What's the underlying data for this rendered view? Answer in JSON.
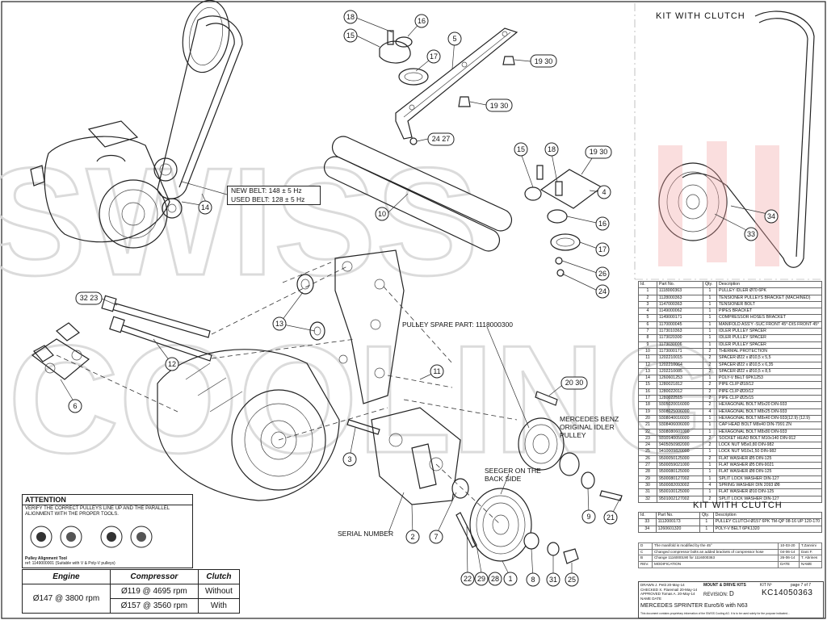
{
  "title_kit_with_clutch": "KIT WITH CLUTCH",
  "belt_info": {
    "new_belt": "NEW BELT:  148 ± 5 Hz",
    "used_belt": "USED BELT:  128 ± 5 Hz"
  },
  "labels": {
    "pulley_spare_part": "PULLEY SPARE PART: 1118000300",
    "mercedes_idler": "MERCEDES BENZ ORIGINAL IDLER PULLEY",
    "seeger": "SEEGER ON THE BACK SIDE",
    "serial_number": "SERIAL NUMBER"
  },
  "callouts": {
    "c18a": "18",
    "c16a": "16",
    "c15a": "15",
    "c17a": "17",
    "c5": "5",
    "c1930a": "19 30",
    "c1930b": "19 30",
    "c2427": "24 27",
    "c10": "10",
    "c15b": "15",
    "c18b": "18",
    "c1930c": "19 30",
    "c4": "4",
    "c16b": "16",
    "c17b": "17",
    "c26": "26",
    "c24": "24",
    "c14": "14",
    "c13": "13",
    "c11": "11",
    "c12": "12",
    "c3223": "32 23",
    "c6": "6",
    "c2030": "20 30",
    "c3": "3",
    "c2": "2",
    "c7": "7",
    "c9": "9",
    "c21": "21",
    "c22": "22",
    "c29": "29",
    "c28": "28",
    "c1": "1",
    "c8": "8",
    "c31": "31",
    "c25": "25",
    "c34": "34",
    "c33": "33"
  },
  "bom": {
    "headers": [
      "Id.",
      "Part No.",
      "Qty.",
      "Description"
    ],
    "rows": [
      [
        "1",
        "1118000363",
        "1",
        "PULLEY IDLER Ø70 6PK"
      ],
      [
        "2",
        "1128000363",
        "1",
        "TENSIONER PULLEYS BRACKET (MACHINED)"
      ],
      [
        "3",
        "1147000363",
        "1",
        "TENSIONER BOLT"
      ],
      [
        "4",
        "1149000062",
        "1",
        "PIPES BRACKET"
      ],
      [
        "5",
        "1149000171",
        "1",
        "COMPRESSOR HOSES BRACKET"
      ],
      [
        "6",
        "1170000045",
        "1",
        "MANIFOLD ASS'Y -SUC FRONT 45°-DIS FRONT 45°"
      ],
      [
        "7",
        "1173010363",
        "1",
        "IDLER PULLEY SPACER"
      ],
      [
        "8",
        "1173020300",
        "1",
        "IDLER PULLEY SPACER"
      ],
      [
        "9",
        "1173030006",
        "1",
        "IDLER PULLEY SPACER"
      ],
      [
        "10",
        "1173000171",
        "2",
        "THERMAL PROTECTION"
      ],
      [
        "11",
        "1202210015",
        "2",
        "SPACER Ø22 x Ø10,5 x 5,5"
      ],
      [
        "12",
        "1202210064",
        "2",
        "SPACER Ø22 x Ø10,5 x 6,35"
      ],
      [
        "13",
        "1202210085",
        "2",
        "SPACER Ø22 x Ø10,5 x 8,5"
      ],
      [
        "14",
        "1260601253",
        "1",
        "POLY-V BELT 6PK1253"
      ],
      [
        "15",
        "1280021812",
        "2",
        "PIPE CLIP Ø18/12"
      ],
      [
        "16",
        "1280022012",
        "2",
        "PIPE CLIP Ø20/12"
      ],
      [
        "17",
        "1280022515",
        "2",
        "PIPE CLIP Ø25/15"
      ],
      [
        "18",
        "9305020016000",
        "2",
        "HEXAGONAL BOLT M5x20 DIN-933"
      ],
      [
        "19",
        "9308025006000",
        "4",
        "HEXAGONAL BOLT M8x25 DIN-933"
      ],
      [
        "20",
        "9308040016020",
        "1",
        "HEXAGONAL BOLT M8x40 DIN-933(12.9)   (12.9)"
      ],
      [
        "21",
        "9308406006000",
        "1",
        "CAP HEAD BOLT M8x40 DIN-7991 ZN"
      ],
      [
        "22",
        "9308080601000",
        "1",
        "HEXAGONAL BOLT M8x80 DIN-933"
      ],
      [
        "23",
        "9310140050000",
        "2",
        "SOCKET HEAD BOLT M10x140 DIN-912"
      ],
      [
        "24",
        "9405050982000",
        "2",
        "LOCK NUT M5x0,80 DIN-982"
      ],
      [
        "25",
        "9410009820000",
        "1",
        "LOCK NUT M10x1,50 DIN-982"
      ],
      [
        "26",
        "9500050125000",
        "2",
        "FLAT WASHER Ø5 DIN-125"
      ],
      [
        "27",
        "9500059021000",
        "1",
        "FLAT WASHER Ø5 DIN-9021"
      ],
      [
        "28",
        "9500080125000",
        "1",
        "FLAT WASHER Ø8 DIN-125"
      ],
      [
        "29",
        "9500080127002",
        "1",
        "SPLIT LOCK WASHER DIN-127"
      ],
      [
        "30",
        "9500082093002",
        "4",
        "SPRING WASHER DIN 2093 Ø8"
      ],
      [
        "31",
        "9500100125000",
        "1",
        "FLAT WASHER Ø10 DIN-125"
      ],
      [
        "32",
        "9501002127002",
        "2",
        "SPLIT LOCK WASHER DIN-127"
      ]
    ]
  },
  "clutch_kit": {
    "title": "KIT WITH CLUTCH",
    "headers": [
      "Id.",
      "Part No.",
      "Qty.",
      "Description"
    ],
    "rows": [
      [
        "33",
        "1112000173",
        "1",
        "PULLEY CLUTCH Ø157 6PK TM-QP 08-16 UP 120-170"
      ],
      [
        "34",
        "1260601320",
        "1",
        "POLY-V BELT 6PK1320"
      ]
    ]
  },
  "revisions": [
    [
      "D",
      "The manifold is modified by the 45°",
      "10-03-20",
      "T.Zannini"
    ],
    [
      "C",
      "Changed compressor bolts an added brackets of compressor hose",
      "04-06-14",
      "Dani F."
    ],
    [
      "B",
      "Change 1116000190 for 1116000363",
      "26-06-14",
      "T. Abrines"
    ],
    [
      "REV.",
      "MODIFICATION",
      "DATE",
      "NAME"
    ]
  ],
  "titleblock": {
    "drawn": "DRAWN",
    "drawn_name": "J. Petit",
    "drawn_date": "20-May-14",
    "checked": "CHECKED",
    "checked_name": "X. Flaremail",
    "checked_date": "20-May-14",
    "approved": "APPROVED",
    "approved_name": "Tomas A.",
    "approved_date": "20-May-14",
    "name_col": "NAME",
    "date_col": "DATE",
    "category": "MOUNT & DRIVE KITS",
    "revision_label": "REVISION:",
    "revision": "D",
    "kit_no_label": "KIT Nº",
    "kit_no": "KC14050363",
    "sheet": "page 7 of 7",
    "vehicle": "MERCEDES SPRINTER Euro5/6 with N63",
    "footer": "This document contains proprietary information of the SWISS Cooling AG. It is to be used solely for the purpose indicated..."
  },
  "attention": {
    "heading": "ATTENTION",
    "body": "VERIFY THE CORRECT PULLEYS LINE UP AND THE PARALLEL ALIGNMENT WITH THE PROPER TOOLS.",
    "tool": "Pulley Alignment Tool",
    "tool_ref": "ref: 1149000001 (Suitable with V & Poly-V pulleys)"
  },
  "spec_table": {
    "headers": [
      "Engine",
      "Compressor",
      "Clutch"
    ],
    "rows": [
      [
        "Ø147 @ 3800 rpm",
        "Ø119 @ 4695 rpm",
        "Without"
      ],
      [
        "",
        "Ø157 @ 3560 rpm",
        "With"
      ]
    ]
  }
}
